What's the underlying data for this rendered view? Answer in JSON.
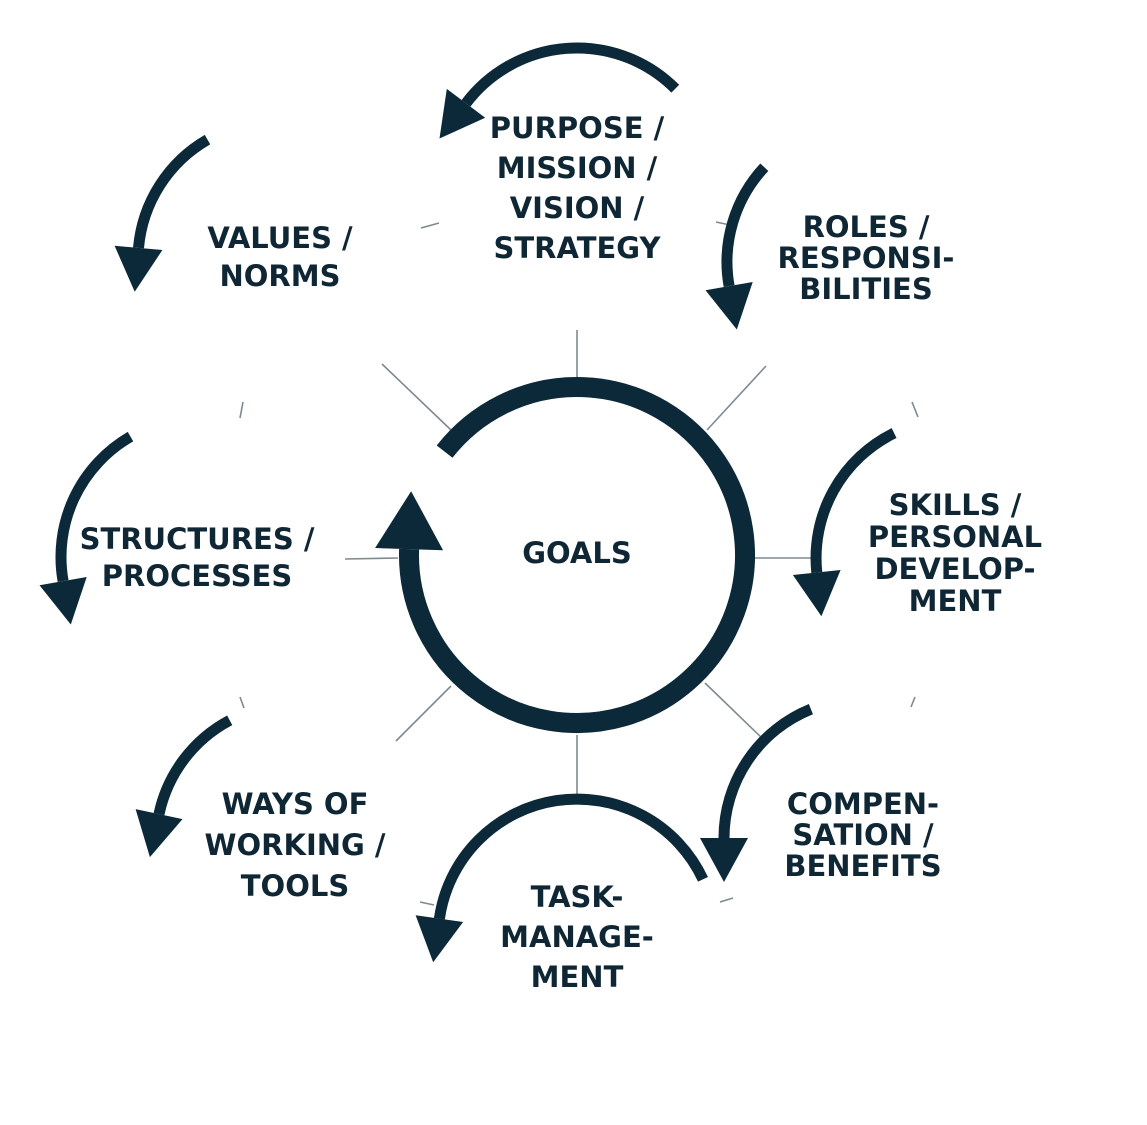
{
  "colors": {
    "ring": "#0b2938",
    "text": "#0f2634",
    "connector": "#7d8a92",
    "background": "#ffffff"
  },
  "center": {
    "label": "GOALS"
  },
  "nodes": [
    {
      "id": "purpose",
      "lines": [
        "PURPOSE /",
        "MISSION /",
        "VISION /",
        "STRATEGY"
      ]
    },
    {
      "id": "roles",
      "lines": [
        "ROLES /",
        "RESPONSI-",
        "BILITIES"
      ]
    },
    {
      "id": "skills",
      "lines": [
        "SKILLS /",
        "PERSONAL",
        "DEVELOP-",
        "MENT"
      ]
    },
    {
      "id": "compensation",
      "lines": [
        "COMPEN-",
        "SATION /",
        "BENEFITS"
      ]
    },
    {
      "id": "task",
      "lines": [
        "TASK-",
        "MANAGE-",
        "MENT"
      ]
    },
    {
      "id": "ways",
      "lines": [
        "WAYS OF",
        "WORKING /",
        "TOOLS"
      ]
    },
    {
      "id": "structures",
      "lines": [
        "STRUCTURES /",
        "PROCESSES"
      ]
    },
    {
      "id": "values",
      "lines": [
        "VALUES /",
        "NORMS"
      ]
    }
  ]
}
